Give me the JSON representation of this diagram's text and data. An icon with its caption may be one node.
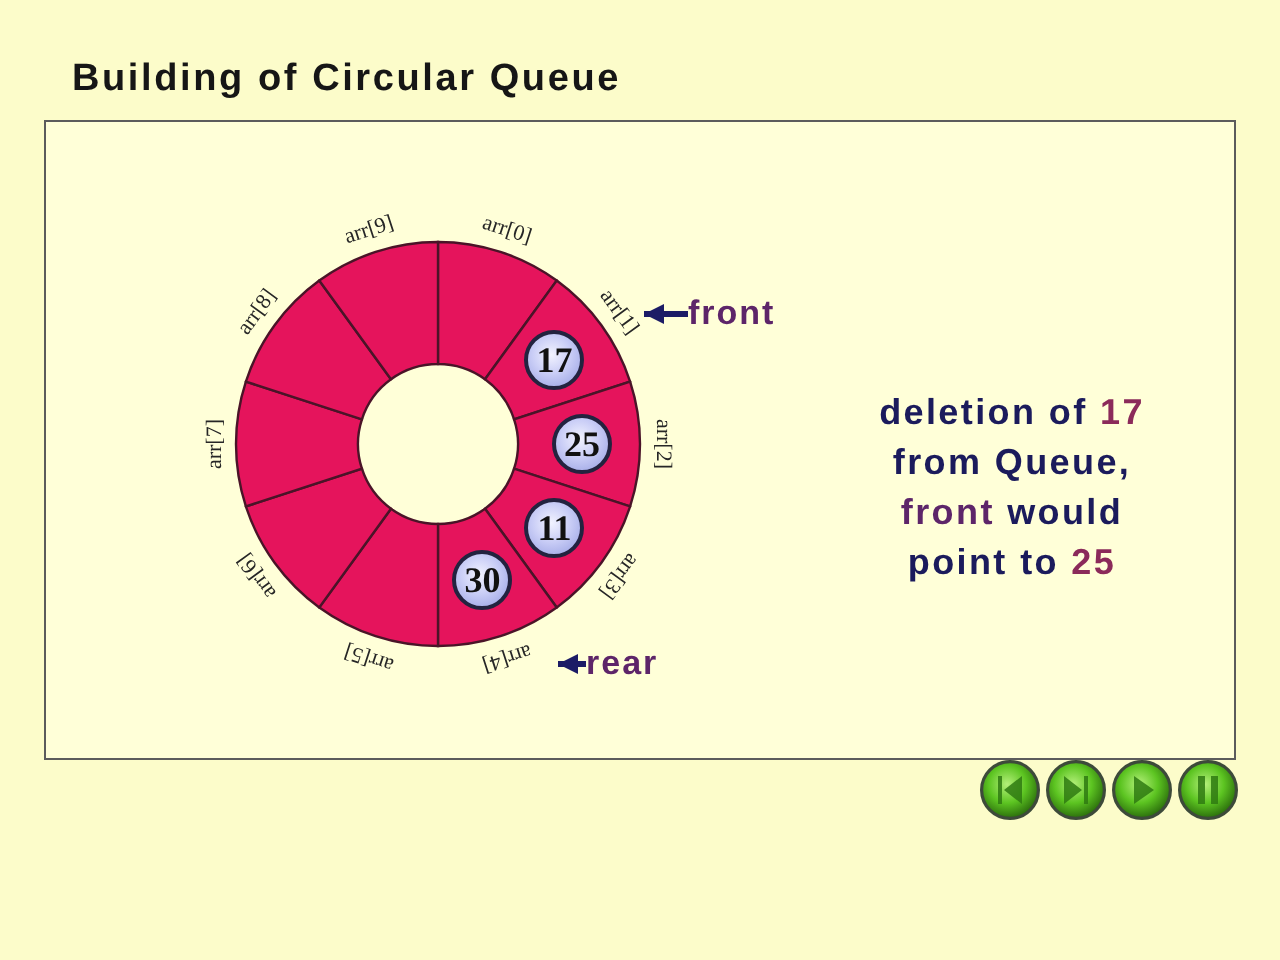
{
  "diagram": {
    "title": "Building of Circular Queue",
    "nodes": [
      {
        "text": [
          "arr[0]"
        ]
      },
      {
        "text": [
          "arr[1]"
        ]
      },
      {
        "text": [
          "arr[2]"
        ]
      },
      {
        "text": [
          "arr[3]"
        ]
      },
      {
        "text": [
          "arr[4]"
        ]
      },
      {
        "text": [
          "arr[5]"
        ]
      },
      {
        "text": [
          "arr[6]"
        ]
      },
      {
        "text": [
          "arr[7]"
        ]
      },
      {
        "text": [
          "arr[8]"
        ]
      },
      {
        "text": [
          "arr[9]"
        ]
      },
      {
        "text": [
          "17"
        ],
        "in": 1
      },
      {
        "text": [
          "25"
        ],
        "in": 2
      },
      {
        "text": [
          "11"
        ],
        "in": 3
      },
      {
        "text": [
          "30"
        ],
        "in": 4
      },
      {
        "text": [
          "front"
        ]
      },
      {
        "text": [
          "rear"
        ]
      }
    ],
    "edges": [
      {
        "from": 14,
        "to": 1,
        "arrow": "to"
      },
      {
        "from": 15,
        "to": 4,
        "arrow": "to"
      }
    ],
    "labels": [
      "deletion of 17 from Queue, front would point to 25"
    ]
  }
}
